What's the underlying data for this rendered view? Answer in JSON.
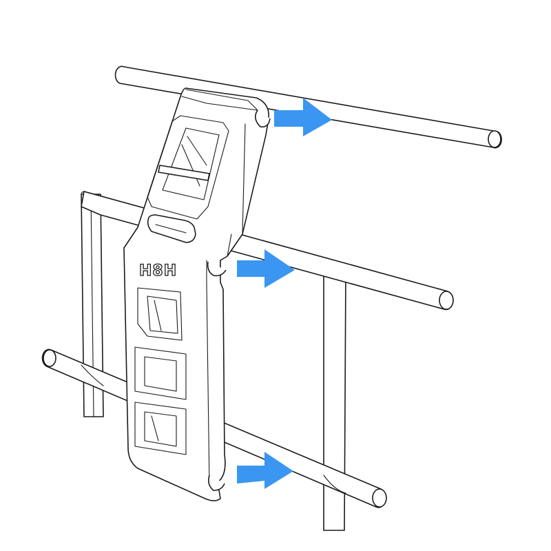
{
  "diagram": {
    "brand_mark": "H8H",
    "arrow_color": "#3a96f0",
    "line_color": "#1a1a1a",
    "background": "#ffffff",
    "arrows": [
      {
        "name": "arrow-top-rod",
        "direction": "right"
      },
      {
        "name": "arrow-middle-rod",
        "direction": "right"
      },
      {
        "name": "arrow-bottom-rod",
        "direction": "right"
      }
    ]
  }
}
